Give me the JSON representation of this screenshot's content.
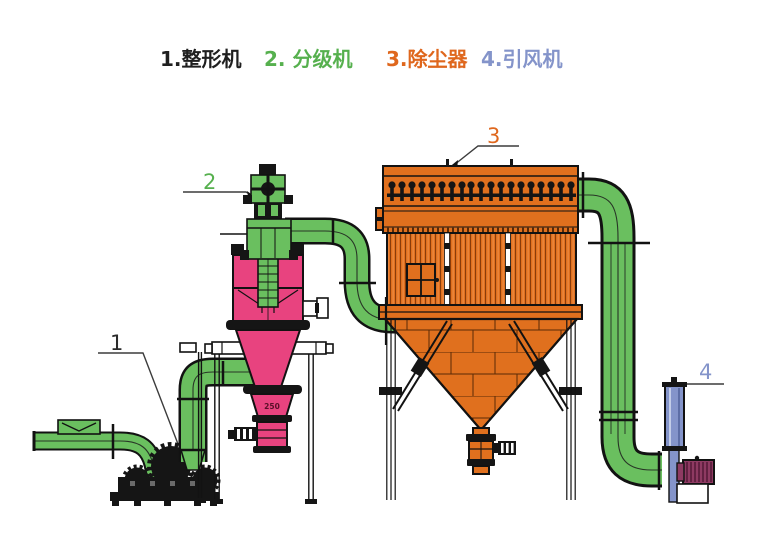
{
  "legend": {
    "items": [
      {
        "text": "1.整形机",
        "color": "#1f1f1f"
      },
      {
        "text": "2. 分级机",
        "color": "#56b04e"
      },
      {
        "text": "3.除尘器",
        "color": "#df671d"
      },
      {
        "text": "4.引风机",
        "color": "#8494ca"
      }
    ]
  },
  "callouts": {
    "mill": "1",
    "classifier": "2",
    "dust_collector": "3",
    "fan": "4"
  },
  "markings": {
    "classifier_outlet_size": "250"
  },
  "colors": {
    "pipe_green": "#6abf5f",
    "classifier_pink": "#e8437f",
    "collector_orange": "#e0701e",
    "fan_blue": "#8494ca",
    "motor_maroon": "#8e3a62",
    "outline_black": "#121212"
  }
}
